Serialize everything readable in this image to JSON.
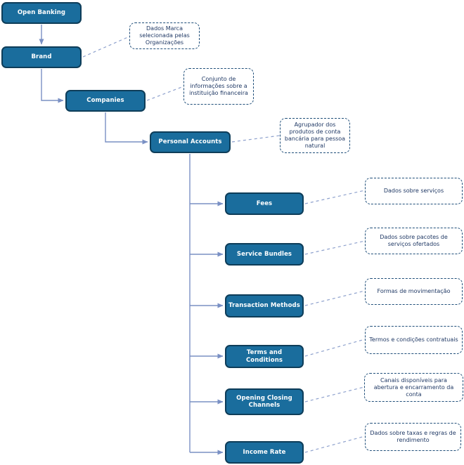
{
  "diagram": {
    "type": "hierarchy-tree",
    "root_label": "Open Banking"
  },
  "nodes": [
    {
      "id": "open-banking",
      "label": "Open Banking"
    },
    {
      "id": "brand",
      "label": "Brand",
      "annotation": "Dados Marca selecionada pelas Organizações"
    },
    {
      "id": "companies",
      "label": "Companies",
      "annotation": "Conjunto de informações sobre a instituição financeira"
    },
    {
      "id": "personal-accounts",
      "label": "Personal Accounts",
      "annotation": "Agrupador dos produtos de conta bancária para pessoa natural"
    },
    {
      "id": "fees",
      "label": "Fees",
      "annotation": "Dados sobre serviços"
    },
    {
      "id": "service-bundles",
      "label": "Service Bundles",
      "annotation": "Dados sobre pacotes de serviços ofertados"
    },
    {
      "id": "transaction-methods",
      "label": "Transaction Methods",
      "annotation": "Formas de movimentação"
    },
    {
      "id": "terms-and-conditions",
      "label": "Terms and Conditions",
      "annotation": "Termos e condições contratuais"
    },
    {
      "id": "opening-closing-channels",
      "label": "Opening Closing Channels",
      "annotation": "Canais disponíveis para abertura e encarramento da conta"
    },
    {
      "id": "income-rate",
      "label": "Income Rate",
      "annotation": "Dados sobre taxas e regras de rendimento"
    }
  ],
  "colors": {
    "node_fill": "#1a6d9d",
    "node_border": "#0e3d59",
    "node_text": "#ffffff",
    "annotation_border": "#1f4e79",
    "annotation_text": "#1f3864",
    "connector": "#7a90c4",
    "background": "#ffffff"
  }
}
